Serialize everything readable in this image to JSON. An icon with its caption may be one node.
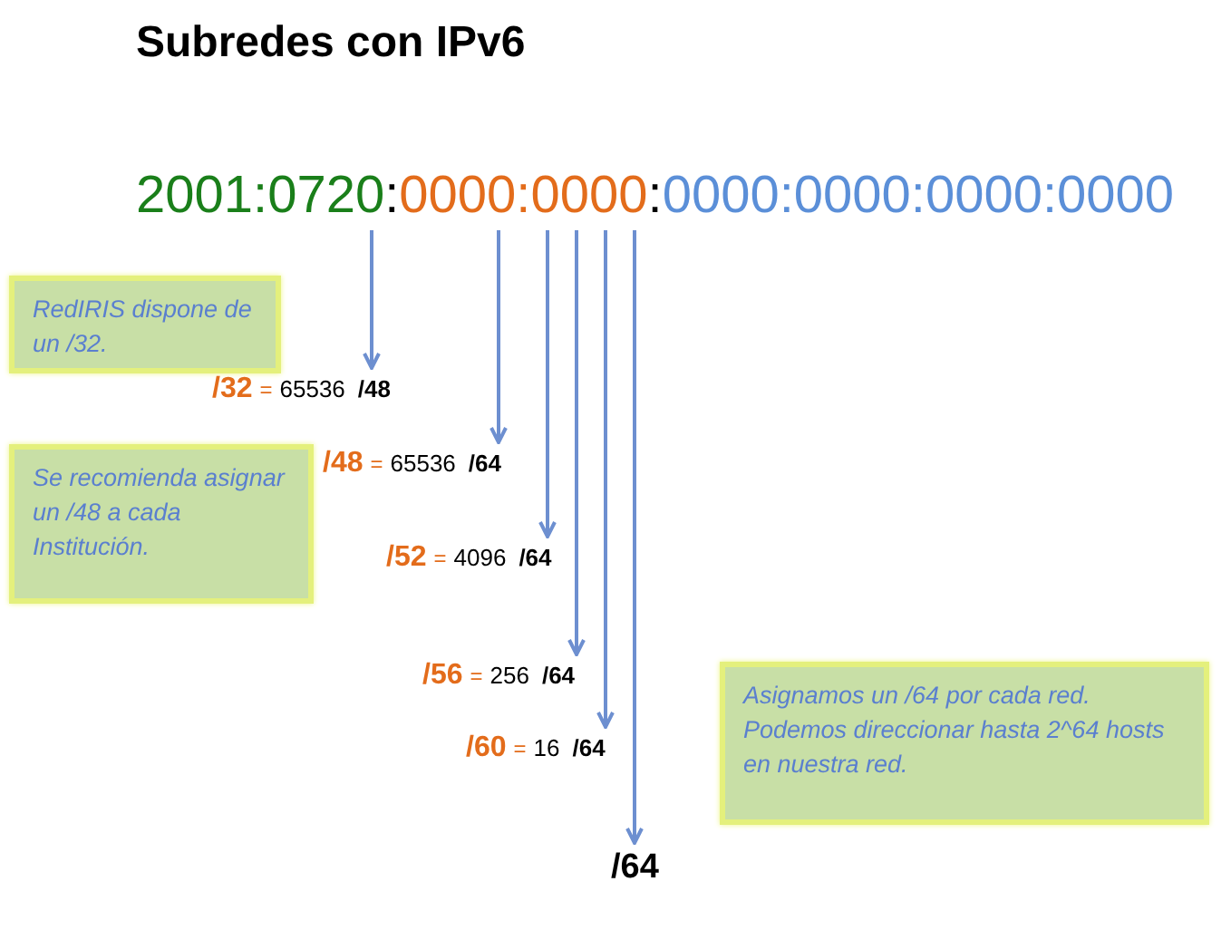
{
  "diagram": {
    "title": "Subredes con IPv6",
    "nodes": [
      {
        "text": [
          "2001:0720:0000:0000:0000:0000:0000:0000"
        ]
      },
      {
        "text": [
          "RedIRIS dispone de un /32."
        ]
      },
      {
        "text": [
          "/32",
          "=",
          "65536",
          "/48"
        ]
      },
      {
        "text": [
          "Se recomienda asignar un /48 a cada Institución."
        ]
      },
      {
        "text": [
          "/48",
          "=",
          "65536",
          "/64"
        ]
      },
      {
        "text": [
          "/52",
          "=",
          "4096",
          "/64"
        ]
      },
      {
        "text": [
          "/56",
          "=",
          "256",
          "/64"
        ]
      },
      {
        "text": [
          "Asignamos un /64 por cada red. Podemos direccionar hasta 2^64 hosts en nuestra red."
        ]
      },
      {
        "text": [
          "/60",
          "=",
          "16",
          "/64"
        ]
      },
      {
        "text": [
          "/64"
        ]
      }
    ],
    "edges": [
      {
        "from": 0,
        "to": 2,
        "arrow": "to"
      },
      {
        "from": 0,
        "to": 4,
        "arrow": "to"
      },
      {
        "from": 0,
        "to": 5,
        "arrow": "to"
      },
      {
        "from": 0,
        "to": 6,
        "arrow": "to"
      },
      {
        "from": 0,
        "to": 8,
        "arrow": "to"
      },
      {
        "from": 0,
        "to": 9,
        "arrow": "to"
      }
    ]
  }
}
